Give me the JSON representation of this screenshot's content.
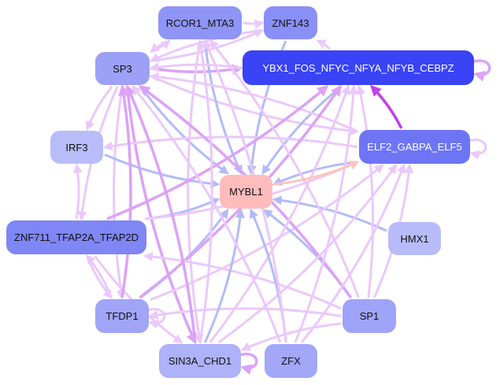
{
  "nodes": [
    {
      "id": "RCOR1_MTA3",
      "label": "RCOR1_MTA3",
      "fill": "#8f94f7",
      "text": "#111111"
    },
    {
      "id": "ZNF143",
      "label": "ZNF143",
      "fill": "#8a8ff7",
      "text": "#111111"
    },
    {
      "id": "SP3",
      "label": "SP3",
      "fill": "#9ca1f7",
      "text": "#111111"
    },
    {
      "id": "YBX1",
      "label": "YBX1_FOS_NFYC_NFYA_NFYB_CEBPZ",
      "fill": "#3a43f5",
      "text": "#ffffff"
    },
    {
      "id": "IRF3",
      "label": "IRF3",
      "fill": "#b8bdf9",
      "text": "#111111"
    },
    {
      "id": "ELF2",
      "label": "ELF2_GABPA_ELF5",
      "fill": "#6e75f5",
      "text": "#ffffff"
    },
    {
      "id": "MYBL1",
      "label": "MYBL1",
      "fill": "#ffbcbc",
      "text": "#111111"
    },
    {
      "id": "ZNF711",
      "label": "ZNF711_TFAP2A_TFAP2D",
      "fill": "#7f86f5",
      "text": "#111111"
    },
    {
      "id": "HMX1",
      "label": "HMX1",
      "fill": "#b7bcf9",
      "text": "#111111"
    },
    {
      "id": "TFDP1",
      "label": "TFDP1",
      "fill": "#a0a5f8",
      "text": "#111111"
    },
    {
      "id": "SP1",
      "label": "SP1",
      "fill": "#9fa4f8",
      "text": "#111111"
    },
    {
      "id": "SIN3A_CHD1",
      "label": "SIN3A_CHD1",
      "fill": "#aeb2f9",
      "text": "#111111"
    },
    {
      "id": "ZFX",
      "label": "ZFX",
      "fill": "#a2a7f8",
      "text": "#111111"
    }
  ],
  "edge_colors": {
    "light": "#ebc8fb",
    "medium": "#dca2f7",
    "blue": "#b3bbf7",
    "strong": "#c23ef0",
    "salmon": "#ffc4b8"
  },
  "edges": [
    [
      "SP3",
      "YBX1",
      "medium"
    ],
    [
      "SP3",
      "RCOR1_MTA3",
      "light"
    ],
    [
      "SP3",
      "ZNF143",
      "light"
    ],
    [
      "SP3",
      "MYBL1",
      "blue"
    ],
    [
      "SP3",
      "IRF3",
      "light"
    ],
    [
      "SP3",
      "ZNF711",
      "light"
    ],
    [
      "SP3",
      "TFDP1",
      "light"
    ],
    [
      "SP3",
      "SIN3A_CHD1",
      "medium"
    ],
    [
      "SP3",
      "ELF2",
      "light"
    ],
    [
      "RCOR1_MTA3",
      "ZNF143",
      "light"
    ],
    [
      "RCOR1_MTA3",
      "MYBL1",
      "blue"
    ],
    [
      "RCOR1_MTA3",
      "SIN3A_CHD1",
      "light"
    ],
    [
      "RCOR1_MTA3",
      "SP3",
      "light"
    ],
    [
      "ZNF143",
      "MYBL1",
      "blue"
    ],
    [
      "ZNF143",
      "SP3",
      "light"
    ],
    [
      "YBX1",
      "YBX1",
      "medium"
    ],
    [
      "YBX1",
      "MYBL1",
      "blue"
    ],
    [
      "YBX1",
      "SP3",
      "light"
    ],
    [
      "YBX1",
      "ZNF143",
      "light"
    ],
    [
      "ELF2",
      "YBX1",
      "strong"
    ],
    [
      "ELF2",
      "MYBL1",
      "blue"
    ],
    [
      "ELF2",
      "SP3",
      "light"
    ],
    [
      "ELF2",
      "ELF2",
      "light"
    ],
    [
      "ELF2",
      "IRF3",
      "light"
    ],
    [
      "IRF3",
      "MYBL1",
      "blue"
    ],
    [
      "ZNF711",
      "MYBL1",
      "blue"
    ],
    [
      "ZNF711",
      "IRF3",
      "light"
    ],
    [
      "ZNF711",
      "TFDP1",
      "light"
    ],
    [
      "ZNF711",
      "SIN3A_CHD1",
      "light"
    ],
    [
      "ZNF711",
      "YBX1",
      "medium"
    ],
    [
      "ZNF711",
      "ELF2",
      "light"
    ],
    [
      "HMX1",
      "MYBL1",
      "blue"
    ],
    [
      "TFDP1",
      "MYBL1",
      "blue"
    ],
    [
      "TFDP1",
      "ZNF711",
      "light"
    ],
    [
      "TFDP1",
      "YBX1",
      "medium"
    ],
    [
      "TFDP1",
      "TFDP1",
      "light"
    ],
    [
      "TFDP1",
      "SP3",
      "medium"
    ],
    [
      "TFDP1",
      "ELF2",
      "light"
    ],
    [
      "SP1",
      "MYBL1",
      "blue"
    ],
    [
      "SP1",
      "TFDP1",
      "light"
    ],
    [
      "SP1",
      "SIN3A_CHD1",
      "light"
    ],
    [
      "SP1",
      "ZNF711",
      "light"
    ],
    [
      "SP1",
      "YBX1",
      "light"
    ],
    [
      "SP1",
      "ELF2",
      "light"
    ],
    [
      "SP1",
      "SP3",
      "medium"
    ],
    [
      "SP1",
      "RCOR1_MTA3",
      "light"
    ],
    [
      "SIN3A_CHD1",
      "MYBL1",
      "blue"
    ],
    [
      "SIN3A_CHD1",
      "SIN3A_CHD1",
      "medium"
    ],
    [
      "SIN3A_CHD1",
      "SP3",
      "medium"
    ],
    [
      "SIN3A_CHD1",
      "ELF2",
      "light"
    ],
    [
      "SIN3A_CHD1",
      "YBX1",
      "light"
    ],
    [
      "SIN3A_CHD1",
      "RCOR1_MTA3",
      "light"
    ],
    [
      "ZFX",
      "MYBL1",
      "blue"
    ],
    [
      "ZFX",
      "SP3",
      "light"
    ],
    [
      "ZFX",
      "ELF2",
      "light"
    ],
    [
      "ZFX",
      "YBX1",
      "light"
    ],
    [
      "ZFX",
      "RCOR1_MTA3",
      "light"
    ],
    [
      "MYBL1",
      "ELF2",
      "salmon"
    ]
  ]
}
